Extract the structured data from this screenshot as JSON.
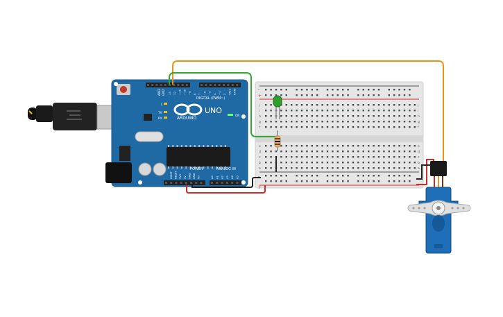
{
  "arduino": {
    "brand": "ARDUINO",
    "model": "UNO",
    "digital_label": "DIGITAL (PWM~)",
    "power_label": "POWER",
    "analog_label": "ANALOG IN",
    "on_label": "ON",
    "tx_label": "TX",
    "rx_label": "RX",
    "l_label": "L",
    "aref_label": "AREF",
    "gnd_label": "GND",
    "digital_pins": [
      "13",
      "12",
      "~11",
      "~10",
      "~9",
      "8",
      "7",
      "~6",
      "~5",
      "4",
      "~3",
      "2",
      "TX▸1",
      "RX◂0"
    ],
    "power_pins": [
      "IOREF",
      "RESET",
      "3V3",
      "5V",
      "GND",
      "GND",
      "Vin"
    ],
    "analog_pins": [
      "A0",
      "A1",
      "A2",
      "A3",
      "A4",
      "A5"
    ],
    "board_color": "#1f6aa5"
  },
  "breadboard": {
    "row_letters_top": [
      "j",
      "i",
      "h",
      "g",
      "f"
    ],
    "row_letters_bottom": [
      "e",
      "d",
      "c",
      "b",
      "a"
    ],
    "plus_label": "+",
    "minus_label": "-",
    "body_color": "#e6e6e6"
  },
  "components": {
    "led_color": "#2f9e2f",
    "resistor_color": "#d9b27a",
    "servo_color": "#1e6fb8",
    "servo_horn_color": "#e0e0e0"
  },
  "wires": {
    "signal_orange": "#e8941a",
    "green": "#2fa82f",
    "power_red": "#d62828",
    "ground_black": "#222222"
  }
}
